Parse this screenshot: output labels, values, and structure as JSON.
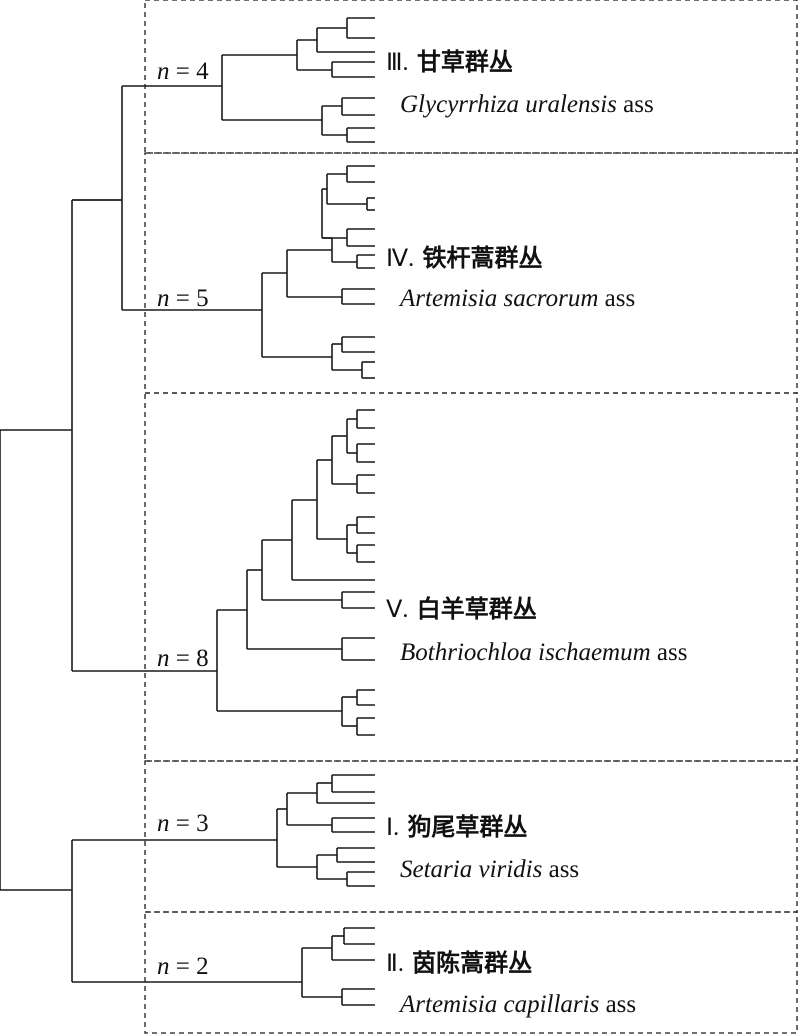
{
  "groups": [
    {
      "id": "III",
      "n_label": "n = 4",
      "n_var": "n",
      "n_val": "= 4",
      "numeral": "Ⅲ.",
      "chinese_name": "甘草群丛",
      "latin_name": "Glycyrrhiza uralensis",
      "suffix": "ass"
    },
    {
      "id": "IV",
      "n_label": "n = 5",
      "n_var": "n",
      "n_val": "= 5",
      "numeral": "Ⅳ.",
      "chinese_name": "铁杆蒿群丛",
      "latin_name": "Artemisia sacrorum",
      "suffix": "ass"
    },
    {
      "id": "V",
      "n_label": "n = 8",
      "n_var": "n",
      "n_val": "= 8",
      "numeral": "Ⅴ.",
      "chinese_name": "白羊草群丛",
      "latin_name": "Bothriochloa ischaemum",
      "suffix": "ass"
    },
    {
      "id": "I",
      "n_label": "n = 3",
      "n_var": "n",
      "n_val": "= 3",
      "numeral": "Ⅰ.",
      "chinese_name": "狗尾草群丛",
      "latin_name": "Setaria viridis",
      "suffix": "ass"
    },
    {
      "id": "II",
      "n_label": "n = 2",
      "n_var": "n",
      "n_val": "= 2",
      "numeral": "Ⅱ.",
      "chinese_name": "茵陈蒿群丛",
      "latin_name": "Artemisia capillaris",
      "suffix": "ass"
    }
  ]
}
